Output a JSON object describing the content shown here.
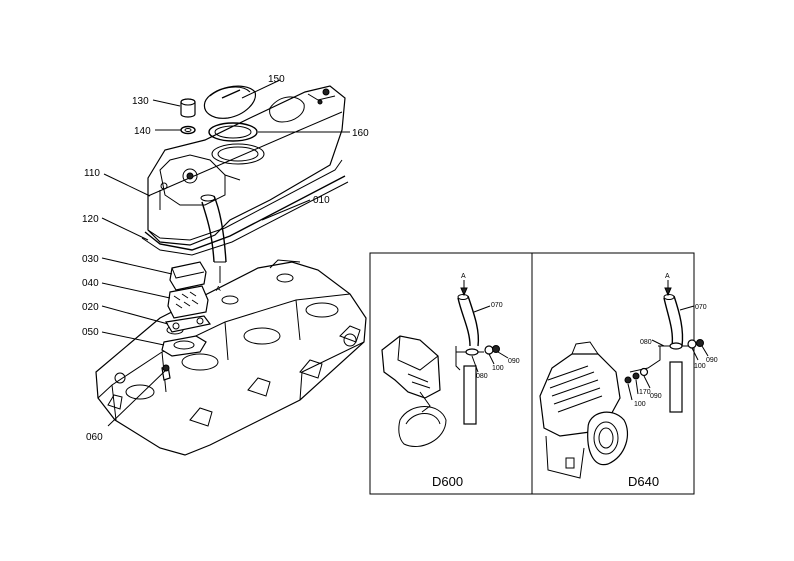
{
  "main_callouts": [
    "130",
    "140",
    "150",
    "160",
    "110",
    "010",
    "120",
    "030",
    "040",
    "020",
    "050",
    "060"
  ],
  "main_arrow_label": "A",
  "insets": [
    {
      "caption": "D600",
      "arrow_label": "A",
      "callouts": [
        "070",
        "090",
        "100",
        "080"
      ]
    },
    {
      "caption": "D640",
      "arrow_label": "A",
      "callouts": [
        "070",
        "080",
        "090",
        "100",
        "170",
        "090",
        "100"
      ]
    }
  ]
}
